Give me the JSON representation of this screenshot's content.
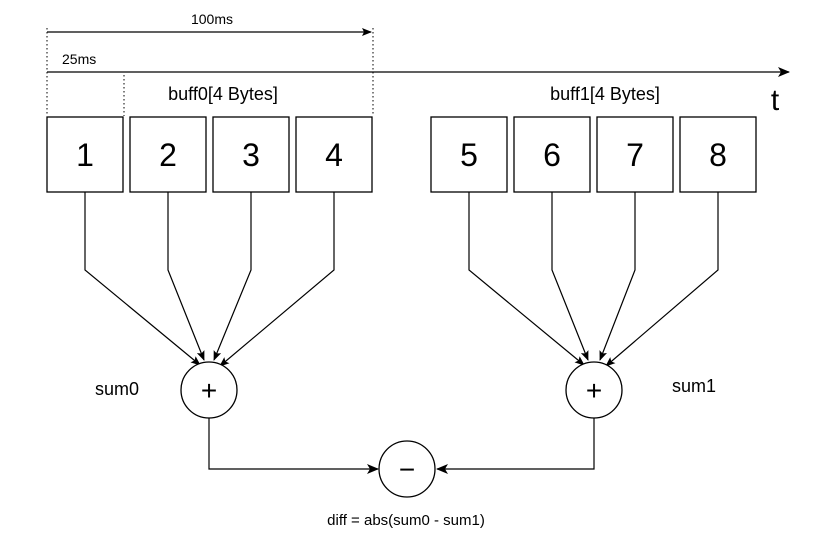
{
  "timing": {
    "long_interval_label": "100ms",
    "short_interval_label": "25ms",
    "time_axis_label": "t"
  },
  "buffers": [
    {
      "label": "buff0[4 Bytes]",
      "cells": [
        "1",
        "2",
        "3",
        "4"
      ],
      "sum_label": "sum0"
    },
    {
      "label": "buff1[4 Bytes]",
      "cells": [
        "5",
        "6",
        "7",
        "8"
      ],
      "sum_label": "sum1"
    }
  ],
  "operators": {
    "plus_symbol": "+",
    "minus_symbol": "−"
  },
  "formula": "diff = abs(sum0 - sum1)"
}
